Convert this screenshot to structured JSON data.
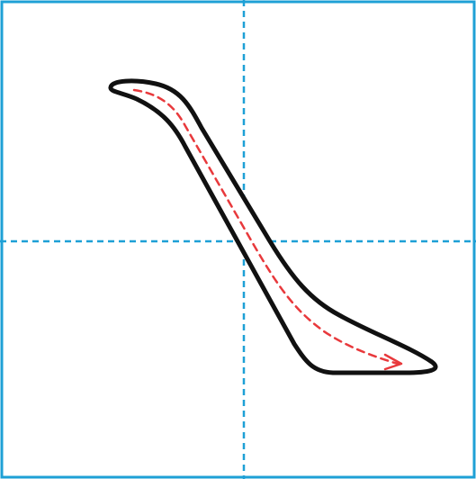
{
  "diagram": {
    "kind": "stroke-order-grid",
    "colors": {
      "background": "#ffffff",
      "grid": "#1ea0d6",
      "stroke_outline": "#111111",
      "direction_arrow": "#e8393c"
    },
    "elements": {
      "grid_frame": "solid-border",
      "grid_guides": "dashed-center-cross",
      "stroke_shape": "curved-falling-stroke",
      "direction_indicator": "dashed-arrow"
    }
  }
}
